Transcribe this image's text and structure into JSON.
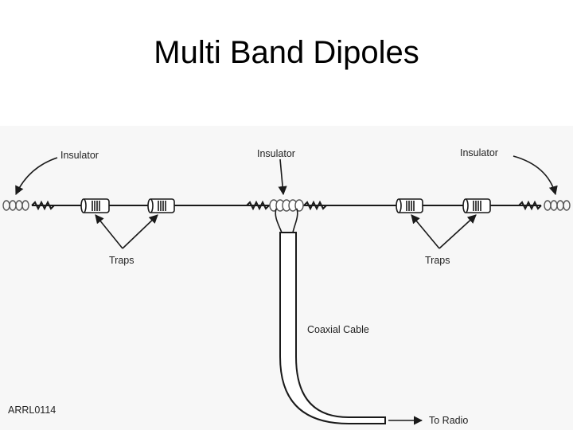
{
  "title": "Multi Band Dipoles",
  "labels": {
    "insulator_left": "Insulator",
    "insulator_center": "Insulator",
    "insulator_right": "Insulator",
    "traps_left": "Traps",
    "traps_right": "Traps",
    "coaxial_cable": "Coaxial Cable",
    "to_radio": "To Radio",
    "figure_id": "ARRL0114"
  },
  "colors": {
    "line": "#1a1a1a",
    "panel": "#f7f7f7"
  }
}
